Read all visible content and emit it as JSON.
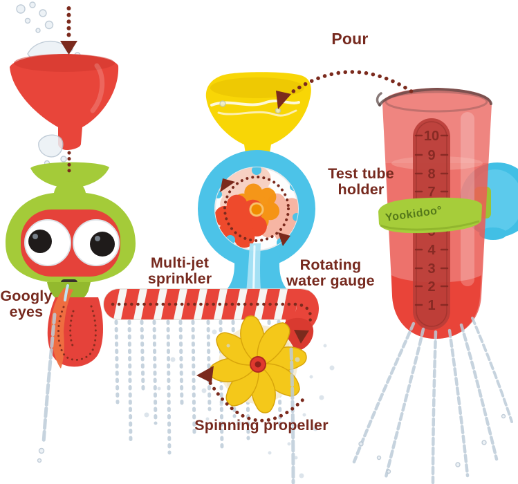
{
  "callouts": {
    "pour": "Pour",
    "googly_eyes": {
      "line1": "Googly",
      "line2": "eyes"
    },
    "multi_jet": {
      "line1": "Multi-jet",
      "line2": "sprinkler"
    },
    "rotating_gauge": {
      "line1": "Rotating",
      "line2": "water gauge"
    },
    "test_tube_holder": {
      "line1": "Test tube",
      "line2": "holder"
    },
    "spinning_propeller": "Spinning propeller"
  },
  "brand": {
    "logo": "Yookidoo°"
  },
  "tube": {
    "scale_labels": [
      "10",
      "9",
      "8",
      "7",
      "5",
      "4",
      "3",
      "2",
      "1"
    ]
  },
  "colors": {
    "label_ink": "#76291e",
    "arrow_dot": "#7b2a1d",
    "toy_red": "#e8453a",
    "toy_green": "#a4cb39",
    "toy_blue": "#4cc3e8",
    "toy_yellow": "#f8d606",
    "gear_orange": "#f3941a",
    "gear_coral": "#ee4a2c",
    "logo_green": "#55791a",
    "background": "#ffffff"
  }
}
